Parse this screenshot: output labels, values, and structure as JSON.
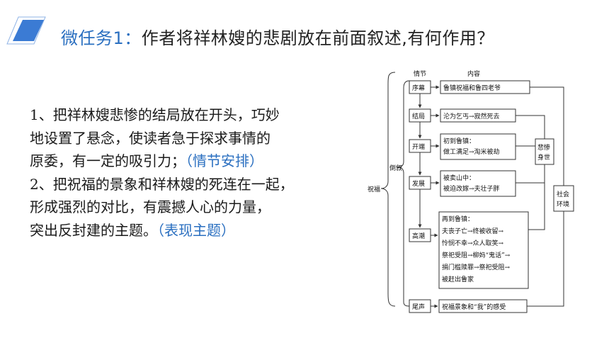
{
  "title": {
    "lead": "微任务1：",
    "rest": "作者将祥林嫂的悲剧放在前面叙述,有何作用？"
  },
  "body": {
    "lines": [
      "1、把祥林嫂悲惨的结局放在开头，巧妙",
      "地设置了悬念，使读者急于探求事情的",
      "原委，有一定的吸引力；",
      " 2、把祝福的景象和祥林嫂的死连在一起，",
      "形成强烈的对比，有震撼人心的力量，",
      "突出反封建的主题。"
    ],
    "highlight1": "（情节安排）",
    "highlight2": "（表现主题）"
  },
  "diagram": {
    "col_plot": "情节",
    "col_content": "内容",
    "root": "祝福",
    "flashback": "倒叙",
    "stages": [
      "序幕",
      "结局",
      "开端",
      "发展",
      "高潮",
      "尾声"
    ],
    "contents": {
      "prologue": "鲁镇祝福和鲁四老爷",
      "ending": "沦为乞丐→寂然死去",
      "beginning": [
        "初到鲁镇：",
        "做工满足→淘米被劫"
      ],
      "development": [
        "被卖山中：",
        "被迫改嫁→夫壮子胖"
      ],
      "climax": [
        "再到鲁镇：",
        "夫丧子亡→终被收留→",
        "怜悯不幸→众人取笑→",
        "祭祀受阻→柳妈“鬼话”→",
        "捐门槛赎罪→祭祀受阻→",
        "被赶出鲁家"
      ],
      "epilogue": "祝福景象和“我”的感受"
    },
    "side_tragic": [
      "悲惨",
      "身世"
    ],
    "side_society": [
      "社会",
      "环境"
    ]
  },
  "colors": {
    "accent": "#2a6fc0",
    "logo_blue": "#3b7bd4",
    "text": "#1a1a1a"
  }
}
